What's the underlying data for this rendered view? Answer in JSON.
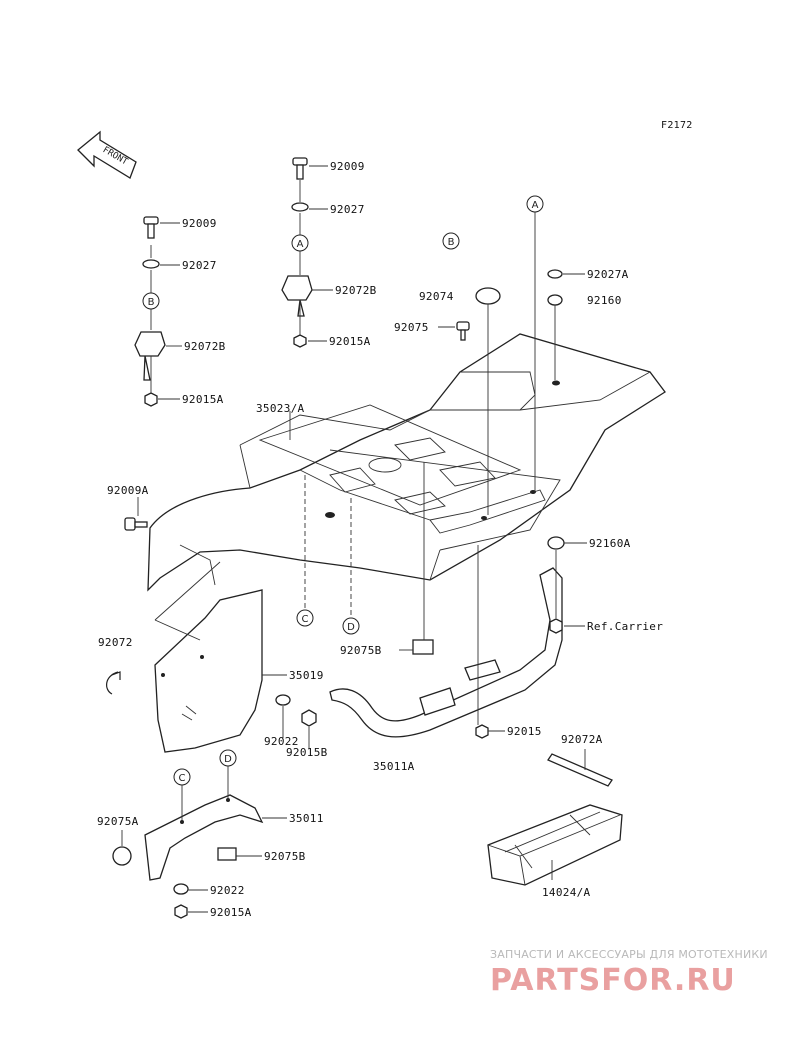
{
  "diagram": {
    "code": "F2172",
    "front_label": "FRONT",
    "callouts": [
      "A",
      "B",
      "C",
      "D"
    ],
    "parts": {
      "p92009_a": "92009",
      "p92027_a": "92027",
      "p92072b_a": "92072B",
      "p92015a_a": "92015A",
      "p92009_b": "92009",
      "p92027_b": "92027",
      "p92072b_b": "92072B",
      "p92015a_b": "92015A",
      "p92074": "92074",
      "p92075": "92075",
      "p92027a": "92027A",
      "p92160": "92160",
      "p35023a": "35023/A",
      "p92009a": "92009A",
      "p92160a": "92160A",
      "ref_carrier": "Ref.Carrier",
      "p92072": "92072",
      "p35019": "35019",
      "p92075b_a": "92075B",
      "p92022_a": "92022",
      "p92015b": "92015B",
      "p92015": "92015",
      "p35011a": "35011A",
      "p92072a": "92072A",
      "p92075a": "92075A",
      "p35011": "35011",
      "p92075b_b": "92075B",
      "p92022_b": "92022",
      "p92015a_c": "92015A",
      "p14024a": "14024/A"
    }
  },
  "watermark": {
    "tagline": "ЗАПЧАСТИ И АКСЕССУАРЫ ДЛЯ МОТОТЕХНИКИ",
    "brand": "PARTSFOR.RU"
  }
}
